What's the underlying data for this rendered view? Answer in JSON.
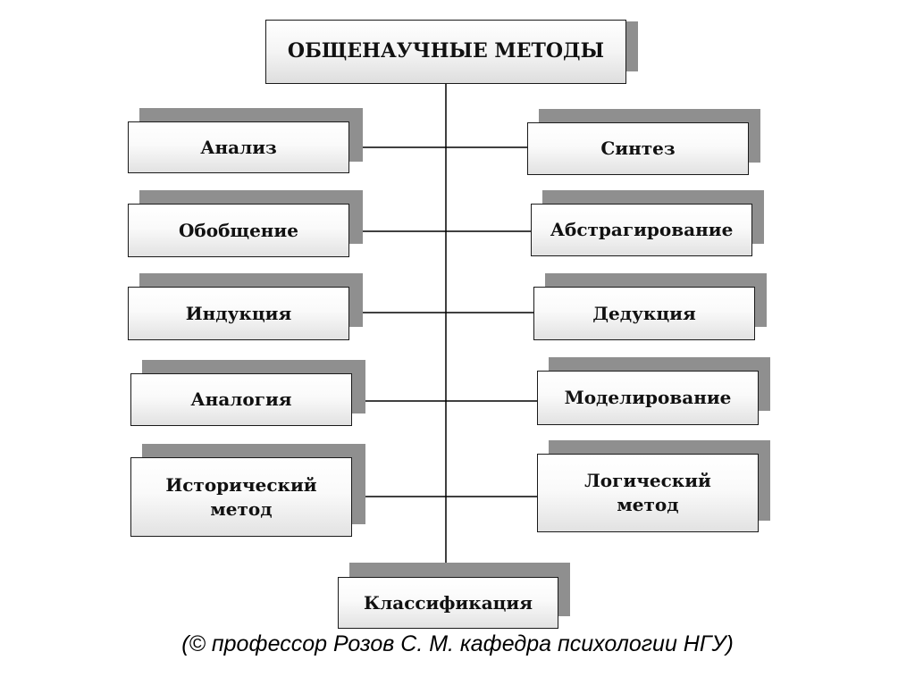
{
  "diagram": {
    "title": "ОБЩЕНАУЧНЫЕ МЕТОДЫ",
    "left_methods": [
      "Анализ",
      "Обобщение",
      "Индукция",
      "Аналогия",
      "Исторический\nметод"
    ],
    "right_methods": [
      "Синтез",
      "Абстрагирование",
      "Дедукция",
      "Моделирование",
      "Логический\nметод"
    ],
    "bottom_method": "Классификация"
  },
  "caption": "(© профессор Розов С. М. кафедра психологии НГУ)"
}
